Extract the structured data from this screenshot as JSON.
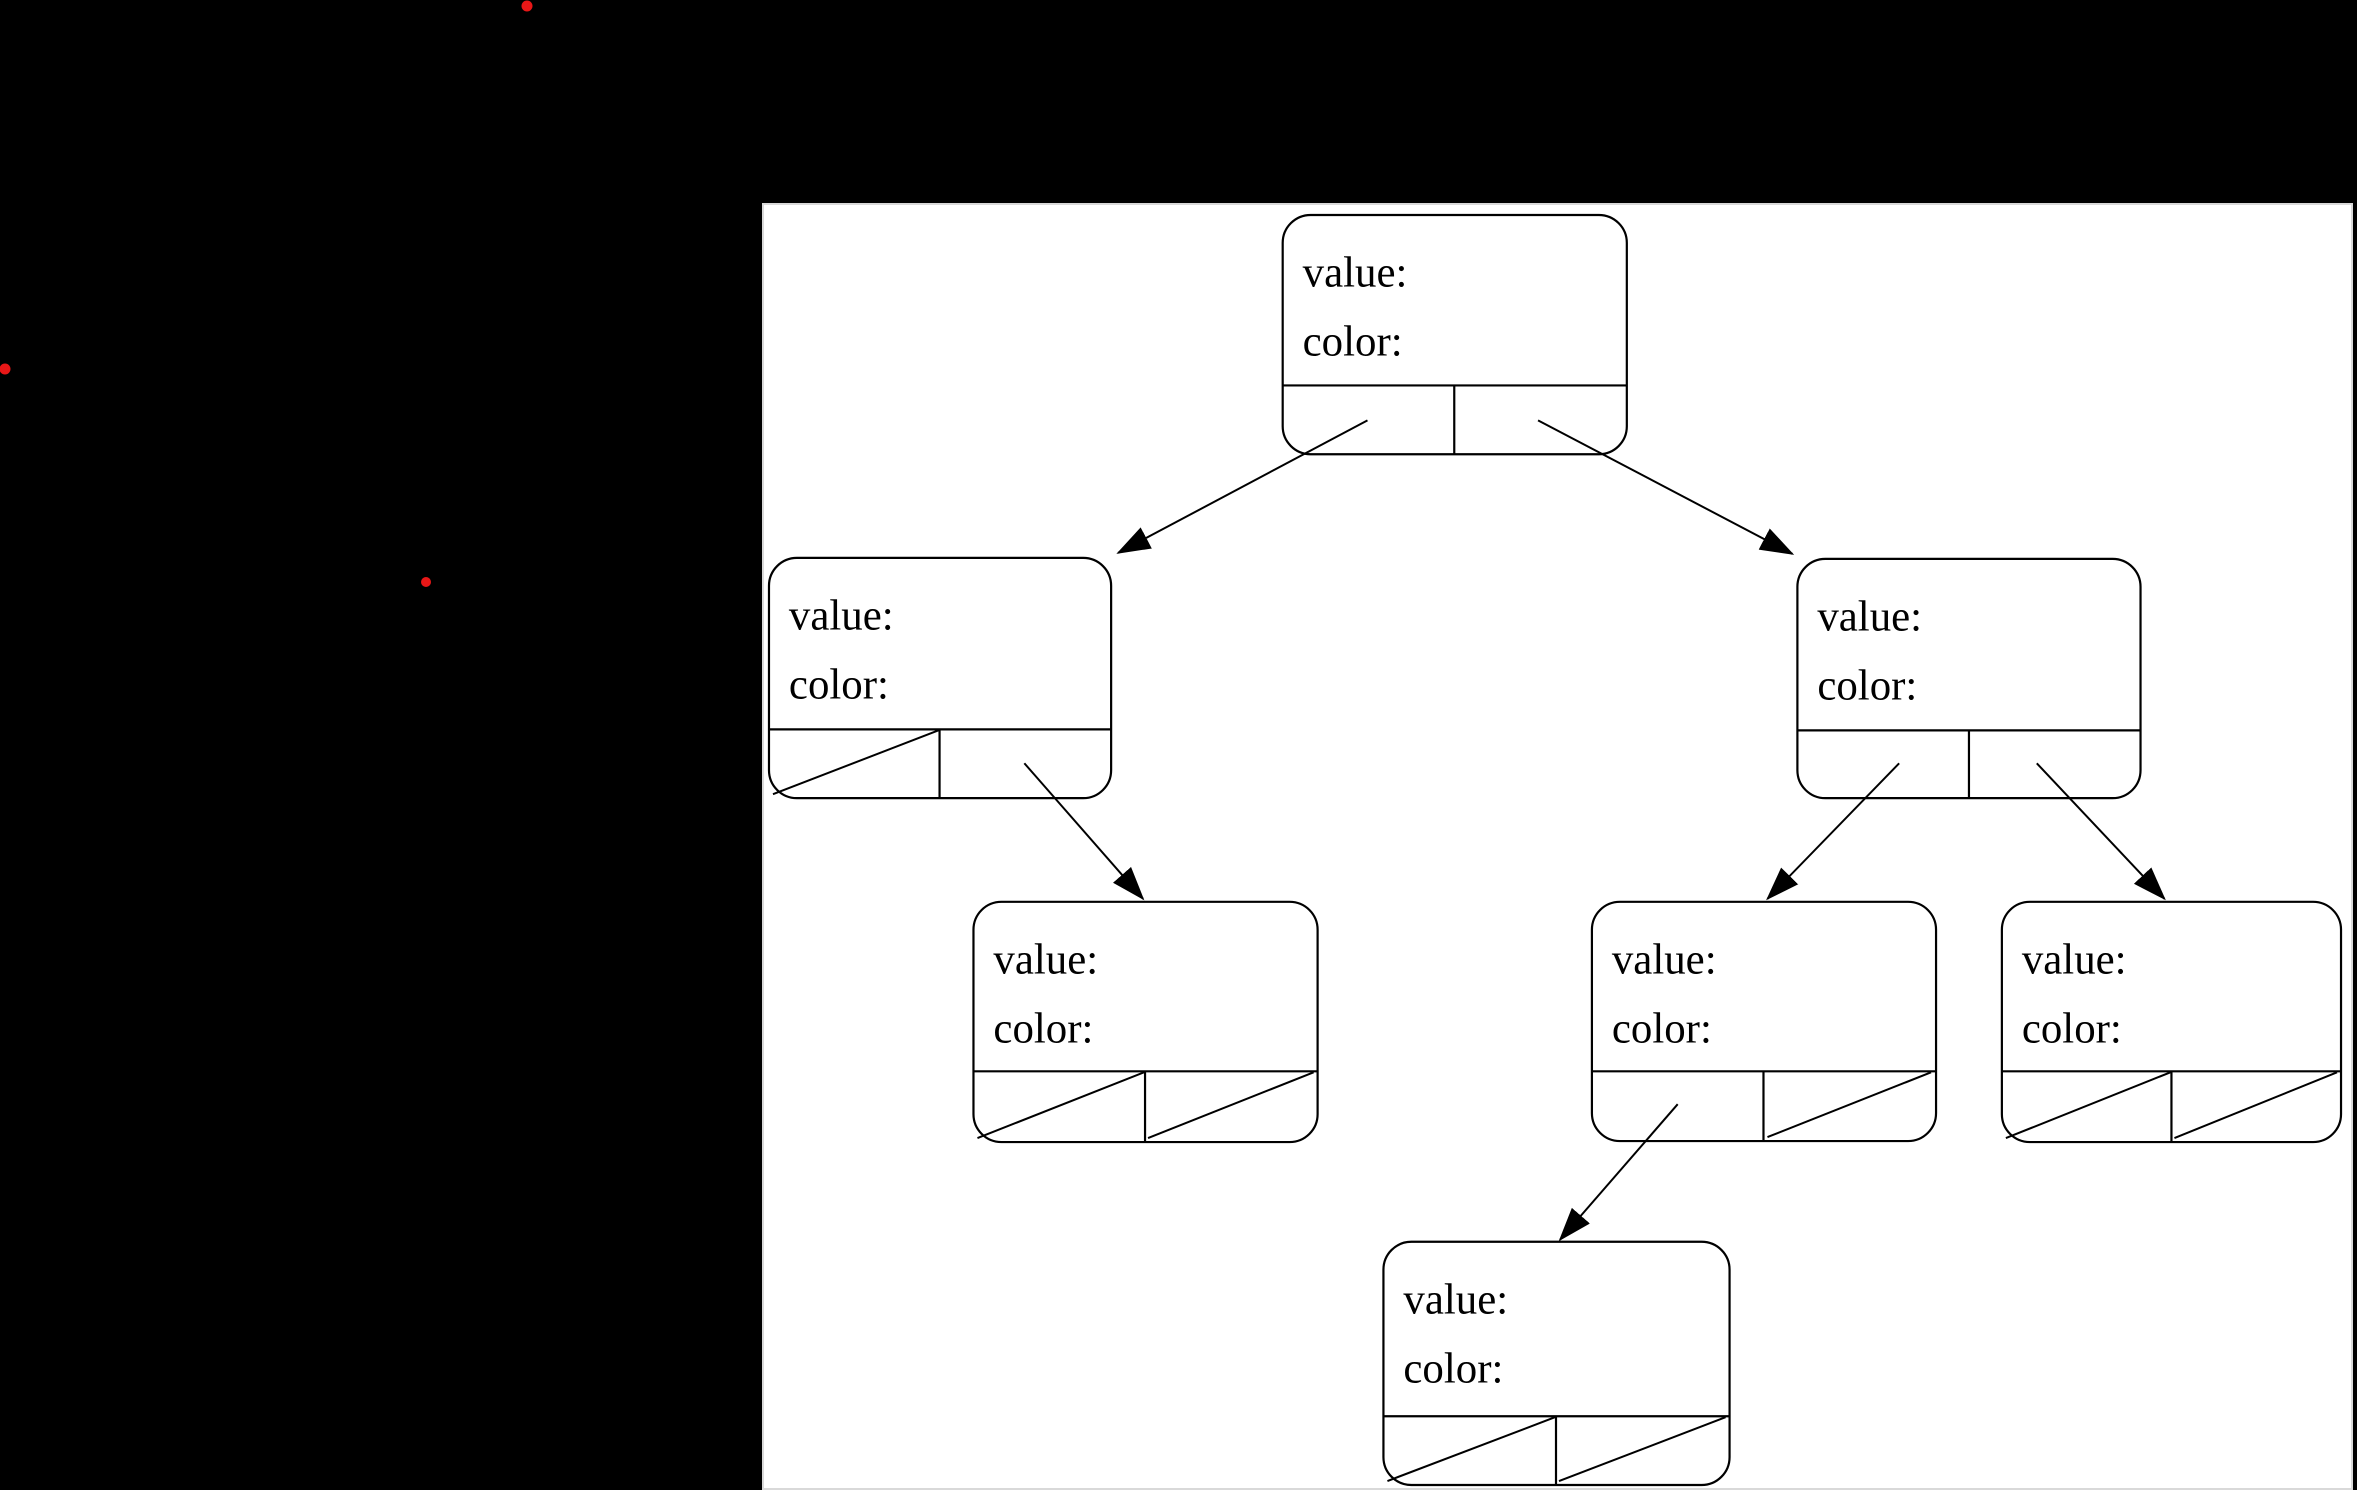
{
  "desktop": {
    "background_color": "#000000",
    "red_dots": {
      "color": "#e81717",
      "count": 3
    }
  },
  "window": {
    "background_color": "#ffffff",
    "border_color": "#d9d9d9"
  },
  "diagram": {
    "type": "binary-tree-node-records",
    "nodes": [
      {
        "id": "root",
        "value_label": "value:",
        "color_label": "color:",
        "left_pointer": "child",
        "right_pointer": "child"
      },
      {
        "id": "left-child",
        "value_label": "value:",
        "color_label": "color:",
        "left_pointer": "null",
        "right_pointer": "child"
      },
      {
        "id": "right-child",
        "value_label": "value:",
        "color_label": "color:",
        "left_pointer": "child",
        "right_pointer": "child"
      },
      {
        "id": "left-right-grandchild",
        "value_label": "value:",
        "color_label": "color:",
        "left_pointer": "null",
        "right_pointer": "null"
      },
      {
        "id": "right-left-grandchild",
        "value_label": "value:",
        "color_label": "color:",
        "left_pointer": "child",
        "right_pointer": "null"
      },
      {
        "id": "right-right-grandchild",
        "value_label": "value:",
        "color_label": "color:",
        "left_pointer": "null",
        "right_pointer": "null"
      },
      {
        "id": "bottom-node",
        "value_label": "value:",
        "color_label": "color:",
        "left_pointer": "null",
        "right_pointer": "null"
      }
    ]
  }
}
